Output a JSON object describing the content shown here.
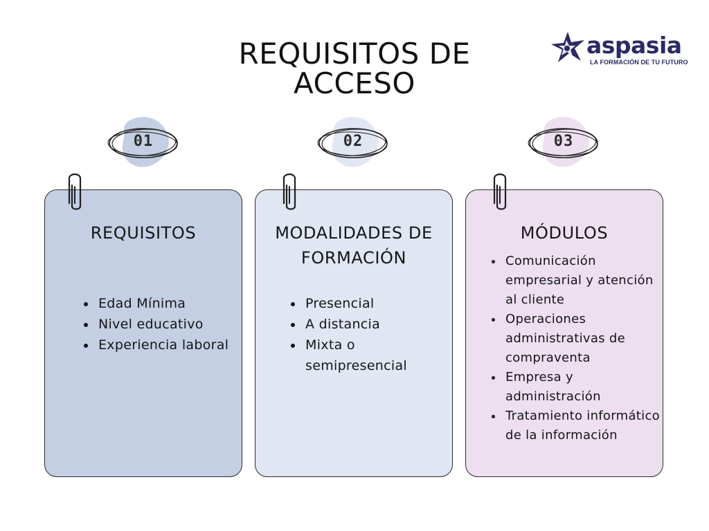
{
  "page": {
    "title": "REQUISITOS DE ACCESO"
  },
  "logo": {
    "name": "aspasia",
    "tagline": "LA FORMACIÓN DE TU FUTURO",
    "color": "#2b2a63"
  },
  "cards": [
    {
      "number": "01",
      "title": "REQUISITOS",
      "color": "#c4cfe3",
      "items": [
        "Edad Mínima",
        "Nivel educativo",
        "Experiencia laboral"
      ]
    },
    {
      "number": "02",
      "title": "MODALIDADES DE FORMACIÓN",
      "color": "#e0e6f2",
      "items": [
        "Presencial",
        "A distancia",
        "Mixta o semipresencial"
      ]
    },
    {
      "number": "03",
      "title": "MÓDULOS",
      "color": "#eddff0",
      "items": [
        "Comunicación empresarial y atención al cliente",
        "Operaciones administrativas de compraventa",
        "Empresa y administración",
        "Tratamiento informático de la información"
      ]
    }
  ]
}
